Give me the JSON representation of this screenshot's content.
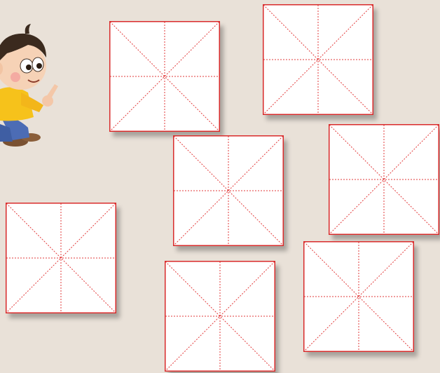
{
  "scene": {
    "background_color": "#e9e1d8",
    "mascot": {
      "icon": "cartoon-boy-pointing-icon",
      "hair_color": "#3b2a1e",
      "shirt_color": "#f6c21b",
      "pants_color": "#4c6cb5"
    },
    "grid_cards": [
      {
        "id": "grid-card-1",
        "icon": "mi-zi-ge-writing-grid"
      },
      {
        "id": "grid-card-2",
        "icon": "mi-zi-ge-writing-grid"
      },
      {
        "id": "grid-card-3",
        "icon": "mi-zi-ge-writing-grid"
      },
      {
        "id": "grid-card-4",
        "icon": "mi-zi-ge-writing-grid"
      },
      {
        "id": "grid-card-5",
        "icon": "mi-zi-ge-writing-grid"
      },
      {
        "id": "grid-card-6",
        "icon": "mi-zi-ge-writing-grid"
      },
      {
        "id": "grid-card-7",
        "icon": "mi-zi-ge-writing-grid"
      }
    ],
    "grid_line_color": "#e23a3a",
    "grid_border_color": "#d92b2b"
  }
}
